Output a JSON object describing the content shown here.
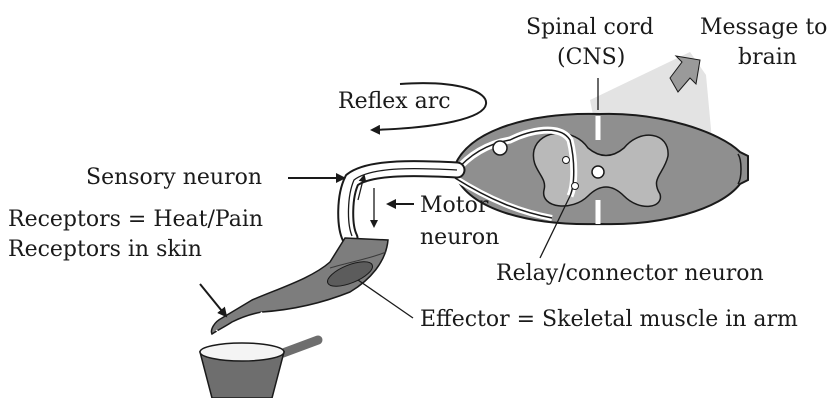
{
  "labels": {
    "spinal_cord_line1": "Spinal cord",
    "spinal_cord_line2": "(CNS)",
    "message_line1": "Message to",
    "message_line2": "brain",
    "reflex_arc": "Reflex arc",
    "sensory_neuron": "Sensory neuron",
    "motor_line1": "Motor",
    "motor_line2": "neuron",
    "receptors_heat": "Receptors = Heat/Pain",
    "receptors_skin": "Receptors in skin",
    "relay": "Relay/connector neuron",
    "effector": "Effector = Skeletal muscle in arm"
  },
  "colors": {
    "ink": "#1a1a1a",
    "grey_matter": "#b9b9b9",
    "white_matter": "#8f8f8f",
    "arm": "#7d7d7d",
    "cup": "#6e6e6e",
    "pathway_glow": "#e3e3e3"
  }
}
